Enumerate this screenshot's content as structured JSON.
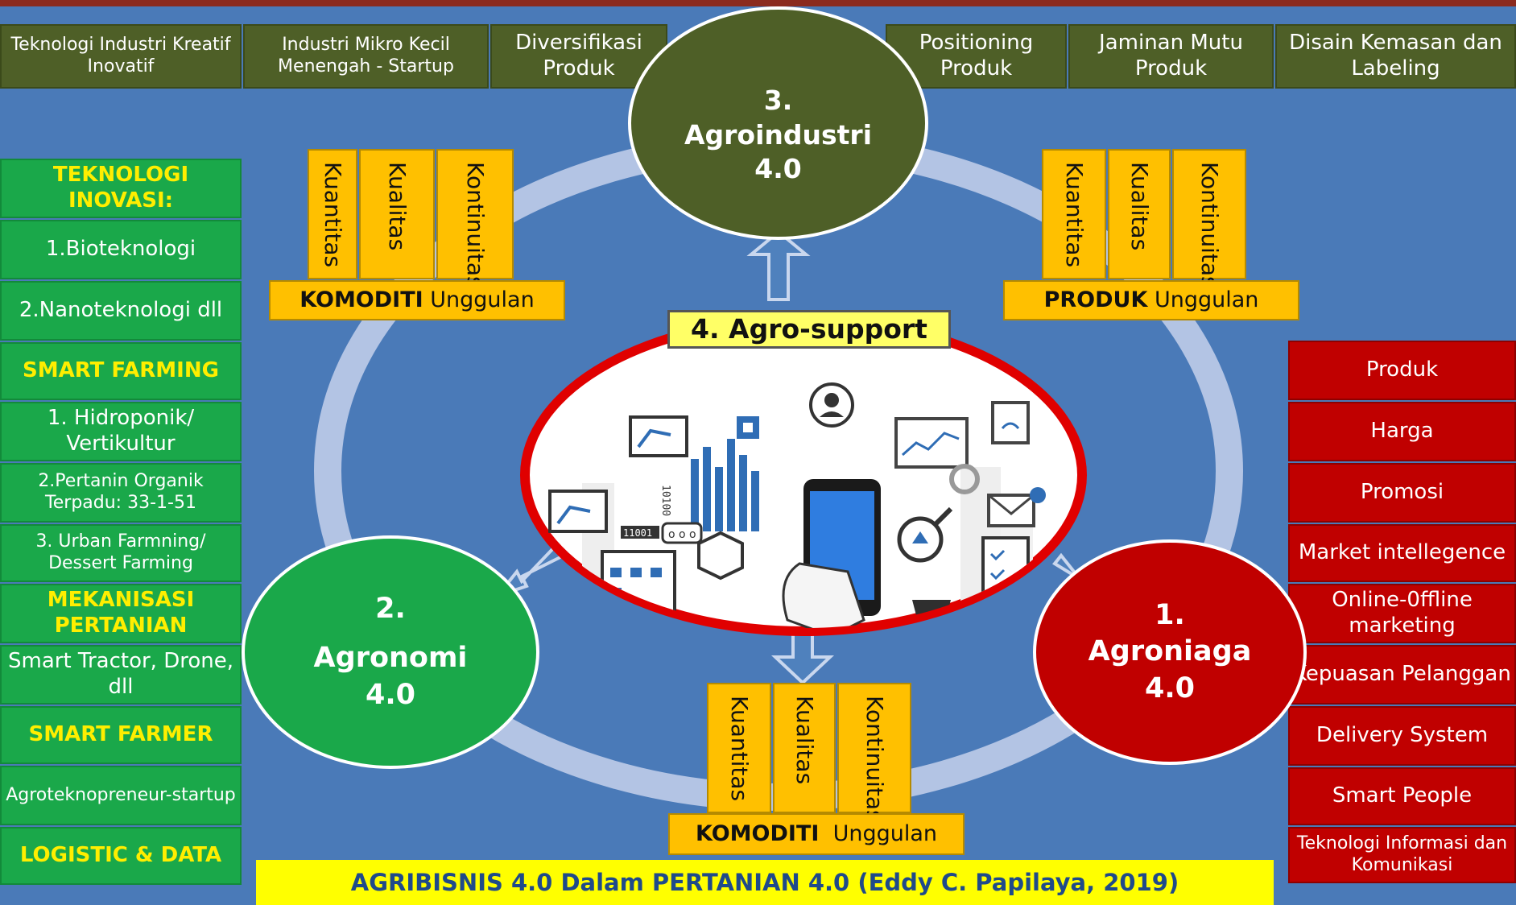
{
  "top_left_boxes": [
    "Teknologi Industri Kreatif Inovatif",
    "Industri Mikro Kecil Menengah - Startup",
    "Diversifikasi Produk"
  ],
  "top_right_boxes": [
    "Positioning Produk",
    "Jaminan Mutu Produk",
    "Disain Kemasan dan Labeling"
  ],
  "left_panel": [
    {
      "text": "TEKNOLOGI INOVASI:",
      "heading": true
    },
    {
      "text": "1.Bioteknologi",
      "heading": false
    },
    {
      "text": "2.Nanoteknologi dll",
      "heading": false
    },
    {
      "text": "SMART FARMING",
      "heading": true
    },
    {
      "text": "1. Hidroponik/ Vertikultur",
      "heading": false
    },
    {
      "text": "2.Pertanin Organik Terpadu: 33-1-51",
      "heading": false
    },
    {
      "text": "3. Urban Farmning/ Dessert Farming",
      "heading": false
    },
    {
      "text": "MEKANISASI PERTANIAN",
      "heading": true
    },
    {
      "text": "Smart Tractor, Drone, dll",
      "heading": false
    },
    {
      "text": "SMART FARMER",
      "heading": true
    },
    {
      "text": "Agroteknopreneur-startup",
      "heading": false
    },
    {
      "text": "LOGISTIC & DATA",
      "heading": true
    }
  ],
  "right_panel": [
    "Produk",
    "Harga",
    "Promosi",
    "Market intellegence",
    "Online-0ffline marketing",
    "Kepuasan Pelanggan",
    "Delivery System",
    "Smart People",
    "Teknologi Informasi dan Komunikasi"
  ],
  "circles": {
    "agroindustri": {
      "num": "3.",
      "name": "Agroindustri",
      "ver": "4.0"
    },
    "agronomi": {
      "num": "2.",
      "name": "Agronomi",
      "ver": "4.0"
    },
    "agroniaga": {
      "num": "1.",
      "name": "Agroniaga",
      "ver": "4.0"
    }
  },
  "quality_labels": [
    "Kuantitas",
    "Kualitas",
    "Kontinuitas"
  ],
  "unggulan_left": {
    "bold": "KOMODITI",
    "rest": " Unggulan"
  },
  "unggulan_right": {
    "bold": "PRODUK",
    "rest": " Unggulan"
  },
  "unggulan_bottom": {
    "bold": "KOMODITI",
    "rest": "  Unggulan"
  },
  "agro_support": "4. Agro-support",
  "graphic_text": {
    "code1": "10100",
    "code2": "11001",
    "dots": "o o o"
  },
  "credit": "AGRIBISNIS 4.0  Dalam PERTANIAN 4.0 (Eddy C. Papilaya,  2019)",
  "colors": {
    "background": "#4a7ab8",
    "olive": "#4e5f27",
    "green": "#1aa84a",
    "red": "#c00000",
    "yellow": "#ffc000",
    "heading_yellow": "#ffee00"
  }
}
